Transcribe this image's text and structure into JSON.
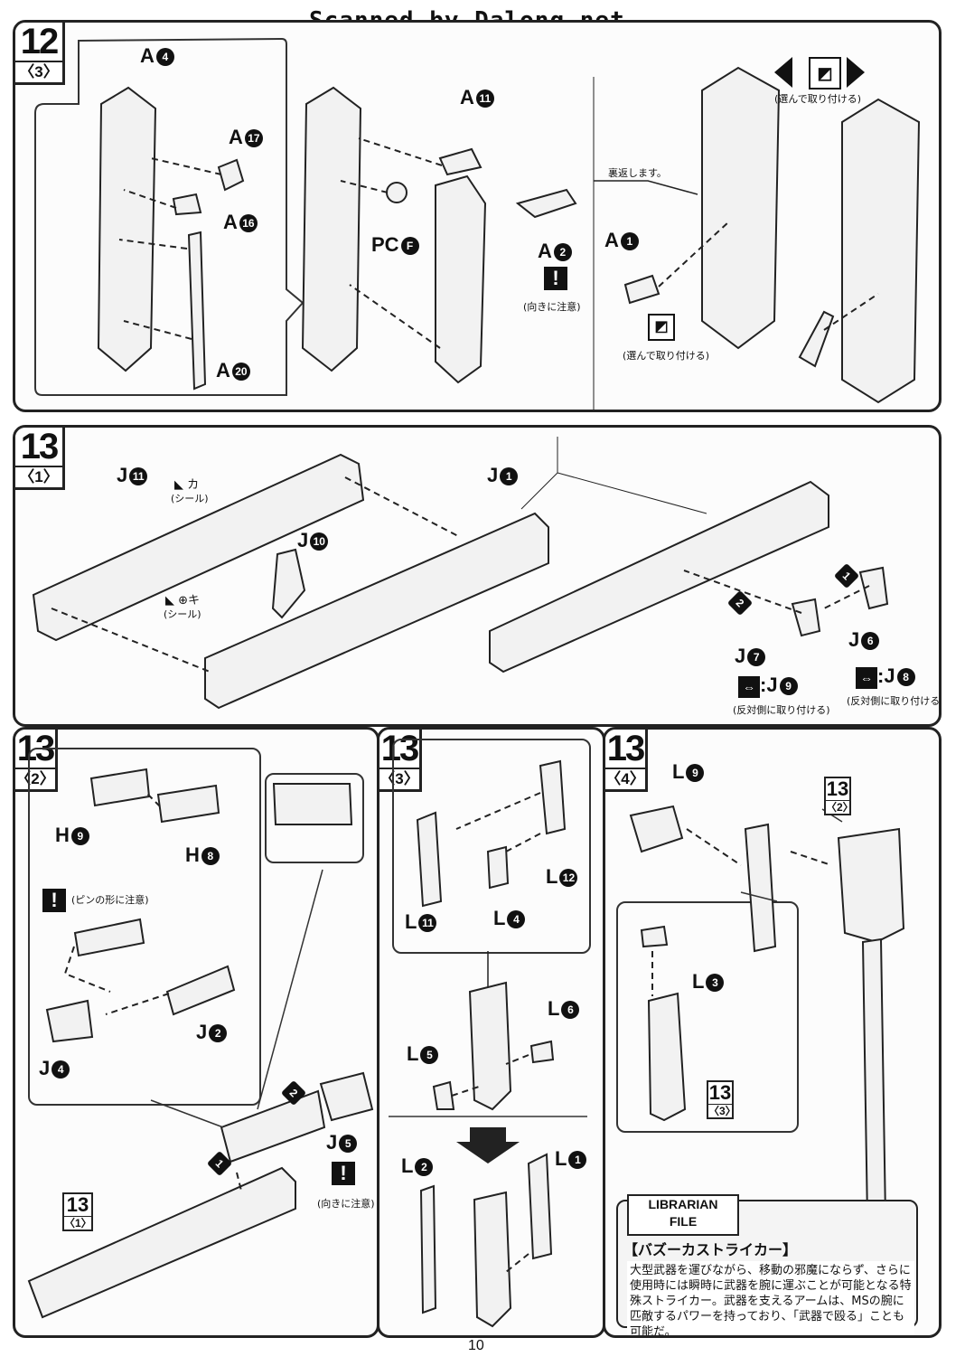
{
  "watermark": "Scanned by Dalong.net",
  "page_number": "10",
  "panels": {
    "p12_3": {
      "step": "12",
      "sub": "〈3〉",
      "labels": {
        "a4": "A",
        "a4n": "4",
        "a17": "A",
        "a17n": "17",
        "a16": "A",
        "a16n": "16",
        "a20": "A",
        "a20n": "20",
        "a11": "A",
        "a11n": "11",
        "pcf": "PC",
        "pcfn": "F",
        "a2": "A",
        "a2n": "2",
        "a1": "A",
        "a1n": "1"
      },
      "notes": {
        "caution": "(向きに注意)",
        "flip": "裏返します。",
        "choose": "(選んで取り付ける)",
        "choose_top": "(選んで取り付ける)"
      }
    },
    "p13_1": {
      "step": "13",
      "sub": "〈1〉",
      "labels": {
        "j11": "J",
        "j11n": "11",
        "j10": "J",
        "j10n": "10",
        "j1": "J",
        "j1n": "1",
        "j7": "J",
        "j7n": "7",
        "j6": "J",
        "j6n": "6",
        "j9": ":J",
        "j9n": "9",
        "j8": ":J",
        "j8n": "8",
        "ka": "カ",
        "ki": "キ",
        "n1": "1",
        "n2": "2"
      },
      "notes": {
        "seal1": "(シール)",
        "seal2": "(シール)",
        "opp1": "(反対側に取り付ける)",
        "opp2": "(反対側に取り付ける)"
      }
    },
    "p13_2": {
      "step": "13",
      "sub": "〈2〉",
      "labels": {
        "h9": "H",
        "h9n": "9",
        "h8": "H",
        "h8n": "8",
        "j2": "J",
        "j2n": "2",
        "j4": "J",
        "j4n": "4",
        "j5": "J",
        "j5n": "5",
        "n1": "1",
        "n2": "2"
      },
      "notes": {
        "pin": "(ピンの形に注意)",
        "caution": "(向きに注意)"
      },
      "ref": {
        "n": "13",
        "s": "〈1〉"
      }
    },
    "p13_3": {
      "step": "13",
      "sub": "〈3〉",
      "labels": {
        "l11": "L",
        "l11n": "11",
        "l4": "L",
        "l4n": "4",
        "l12": "L",
        "l12n": "12",
        "l6": "L",
        "l6n": "6",
        "l5": "L",
        "l5n": "5",
        "l2": "L",
        "l2n": "2",
        "l1": "L",
        "l1n": "1"
      }
    },
    "p13_4": {
      "step": "13",
      "sub": "〈4〉",
      "labels": {
        "l9": "L",
        "l9n": "9",
        "l3": "L",
        "l3n": "3"
      },
      "ref_top": {
        "n": "13",
        "s": "〈2〉"
      },
      "ref_mid": {
        "n": "13",
        "s": "〈3〉"
      },
      "librarian": {
        "badge1": "LIBRARIAN",
        "badge2": "FILE",
        "title": "【バズーカストライカー】",
        "body": "大型武器を運びながら、移動の邪魔にならず、さらに使用時には瞬時に武器を腕に運ぶことが可能となる特殊ストライカー。武器を支えるアームは、MSの腕に匹敵するパワーを持っており、「武器で殴る」ことも可能だ。"
      }
    }
  }
}
